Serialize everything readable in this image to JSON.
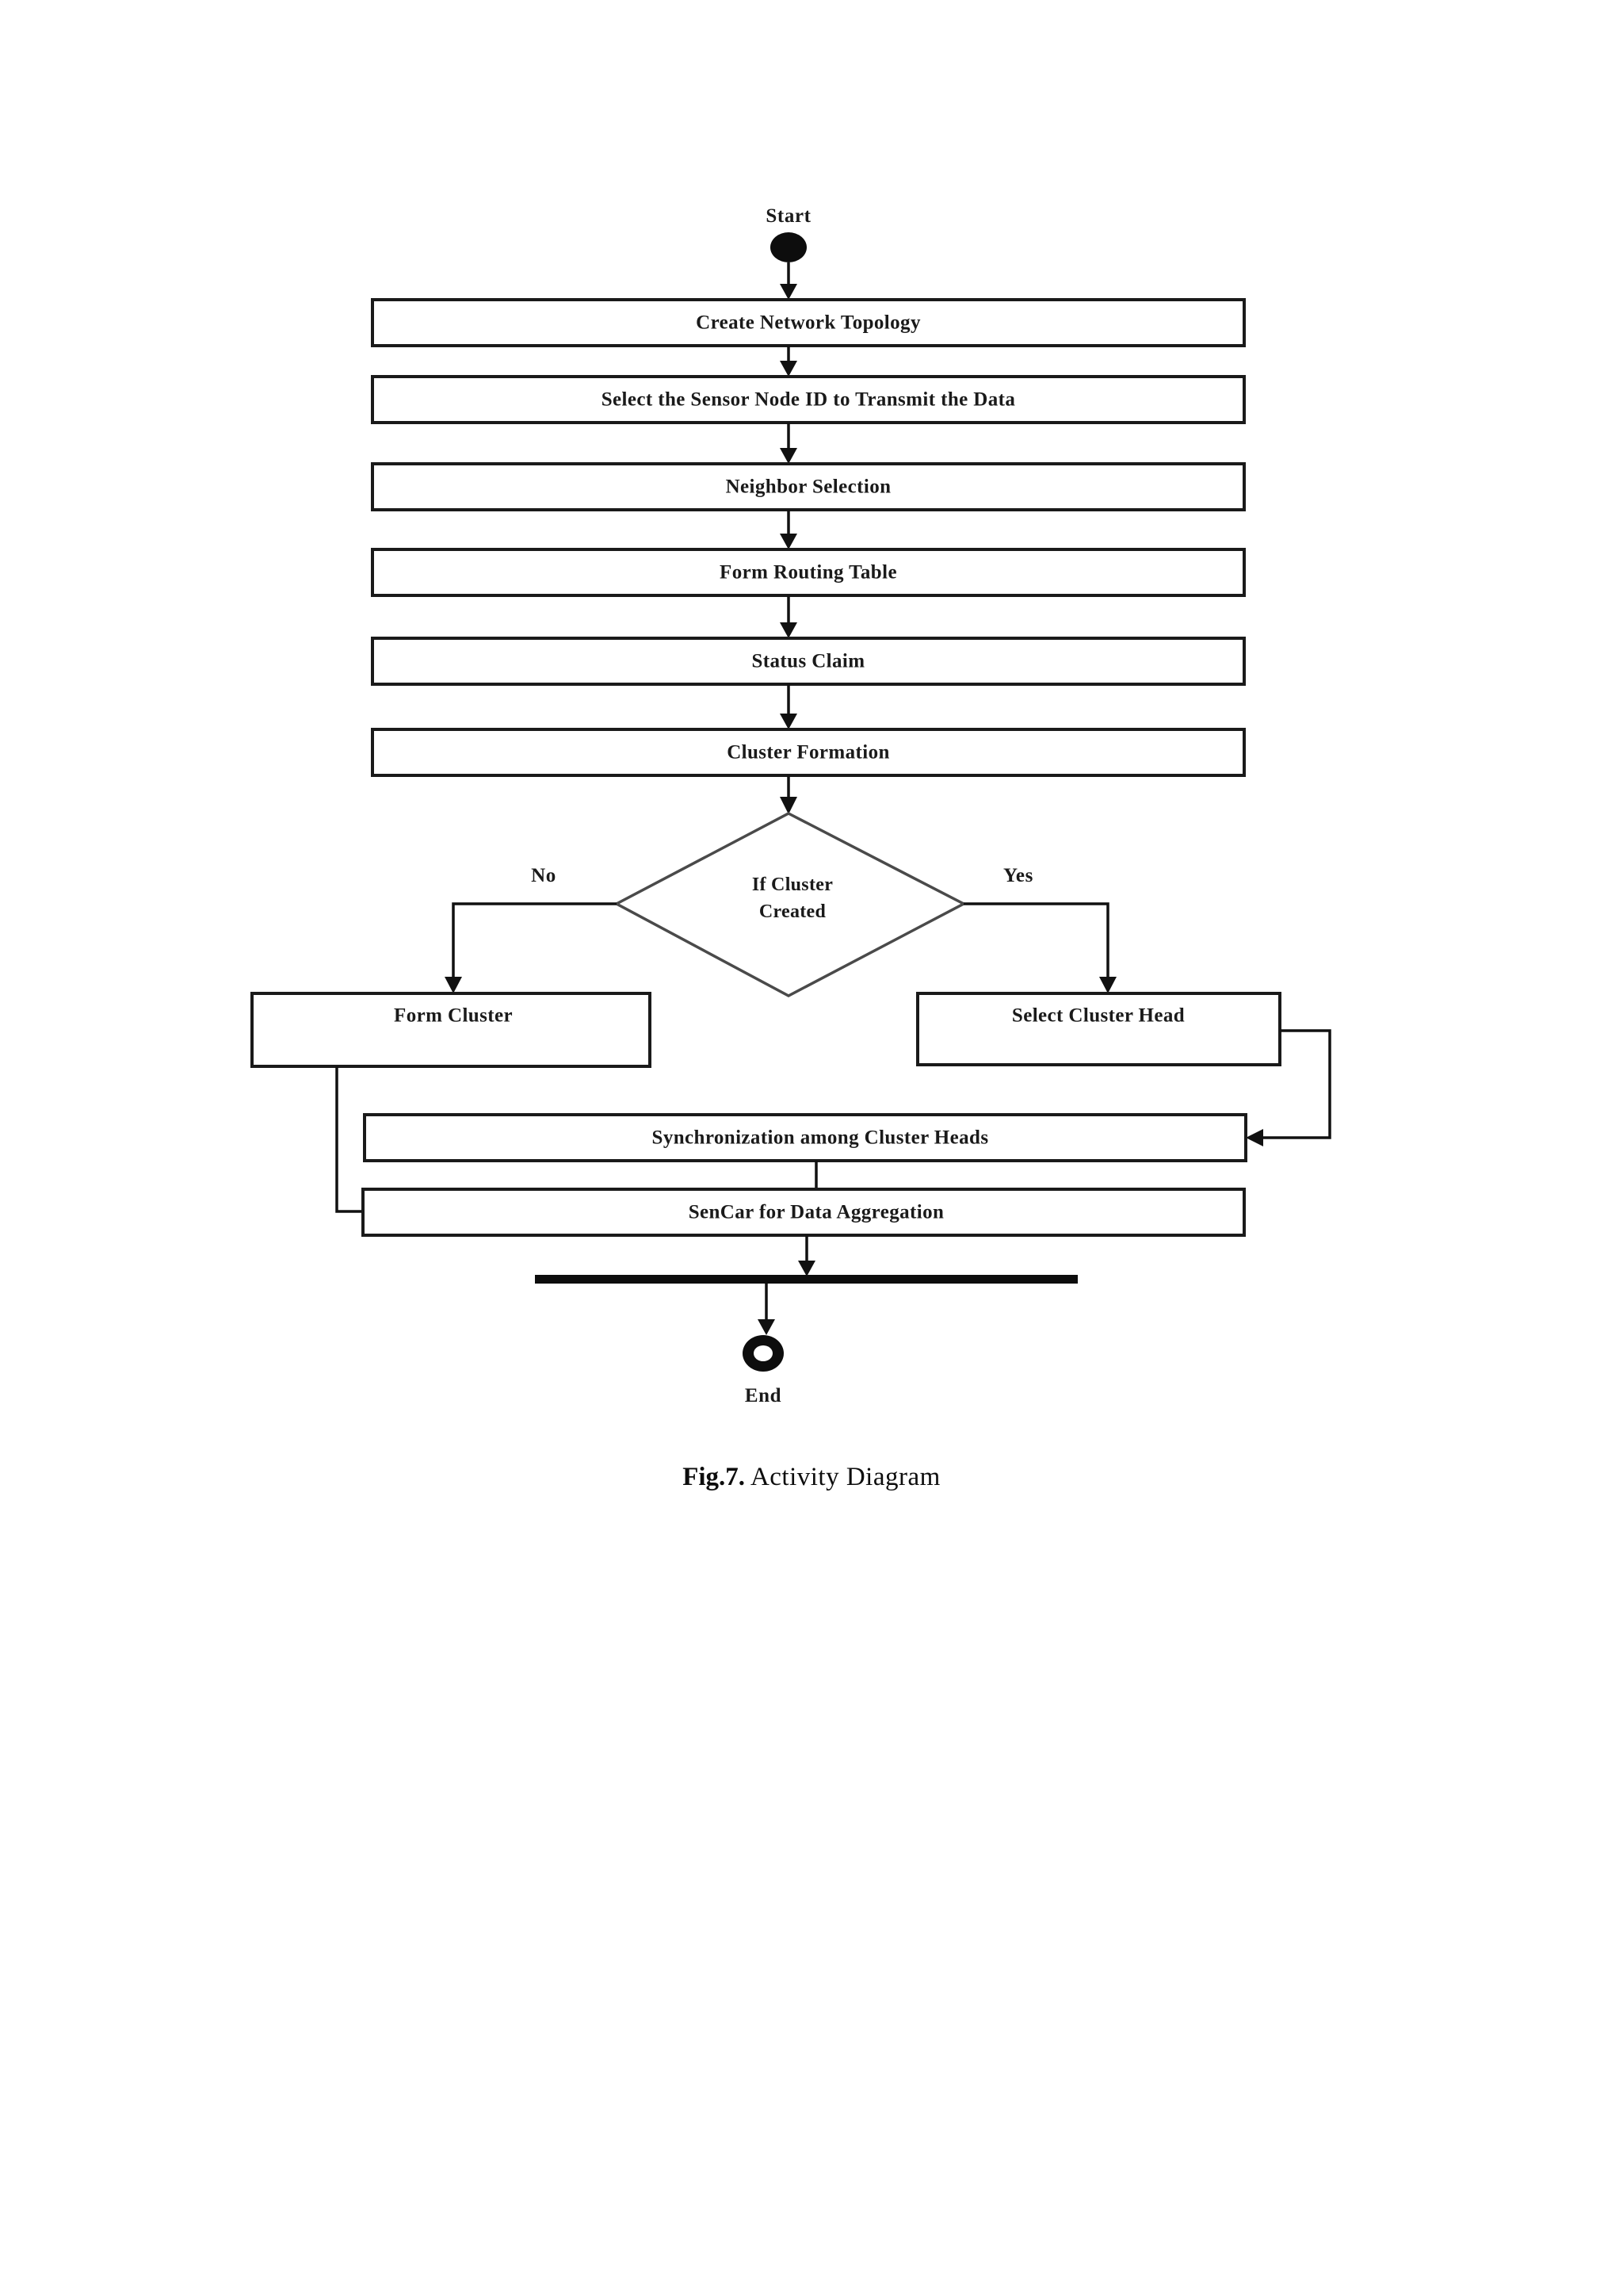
{
  "figure": {
    "caption_prefix": "Fig.7.",
    "caption_text": " Activity  Diagram"
  },
  "diagram": {
    "type": "uml-activity-diagram",
    "title": "Activity Diagram",
    "start_label": "Start",
    "end_label": "End",
    "activities": [
      {
        "id": "create-network-topology",
        "label": "Create Network Topology"
      },
      {
        "id": "select-sensor-node-id",
        "label": "Select the Sensor Node ID to Transmit the Data"
      },
      {
        "id": "neighbor-selection",
        "label": "Neighbor Selection"
      },
      {
        "id": "form-routing-table",
        "label": "Form Routing Table"
      },
      {
        "id": "status-claim",
        "label": "Status Claim"
      },
      {
        "id": "cluster-formation",
        "label": "Cluster Formation"
      }
    ],
    "decision": {
      "id": "if-cluster-created",
      "label_line1": "If Cluster",
      "label_line2": "Created",
      "branch_no": "No",
      "branch_yes": "Yes"
    },
    "branch_activities": [
      {
        "id": "form-cluster",
        "label": "Form Cluster"
      },
      {
        "id": "select-cluster-head",
        "label": "Select Cluster Head"
      }
    ],
    "merge_activities": [
      {
        "id": "synchronization-among-cluster-heads",
        "label": "Synchronization among Cluster Heads"
      },
      {
        "id": "sencar-for-data-aggregation",
        "label": "SenCar for Data Aggregation"
      }
    ],
    "colors": {
      "line": "#111111",
      "box_stroke": "#1a1a1a",
      "box_fill": "#ffffff",
      "node_fill": "#0d0d0d",
      "page_background": "#ffffff"
    }
  }
}
